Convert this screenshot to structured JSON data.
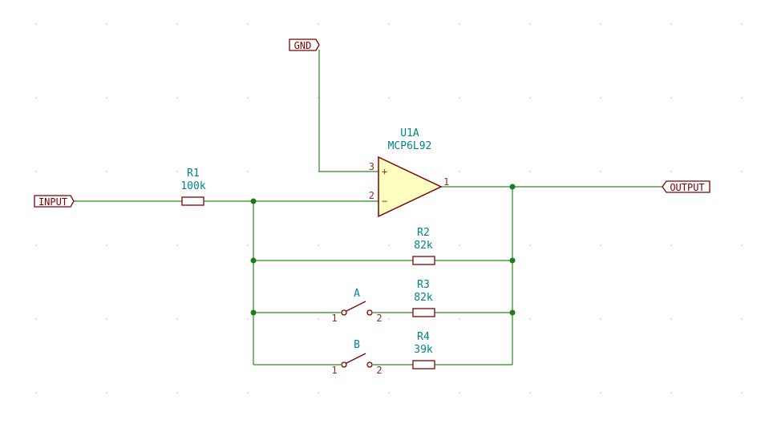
{
  "labels": {
    "gnd": "GND",
    "input": "INPUT",
    "output": "OUTPUT"
  },
  "opamp": {
    "ref": "U1A",
    "value": "MCP6L92",
    "pin_noninv": "3",
    "pin_inv": "2",
    "pin_out": "1",
    "plus": "+",
    "minus": "−"
  },
  "resistors": {
    "r1": {
      "ref": "R1",
      "value": "100k"
    },
    "r2": {
      "ref": "R2",
      "value": "82k"
    },
    "r3": {
      "ref": "R3",
      "value": "82k"
    },
    "r4": {
      "ref": "R4",
      "value": "39k"
    }
  },
  "switches": {
    "a": {
      "ref": "A",
      "pin1": "1",
      "pin2": "2"
    },
    "b": {
      "ref": "B",
      "pin1": "1",
      "pin2": "2"
    }
  },
  "colors": {
    "wire": "#2a8a22",
    "component": "#800000",
    "reference_text": "#00848a",
    "opamp_fill": "#ffffc2"
  }
}
